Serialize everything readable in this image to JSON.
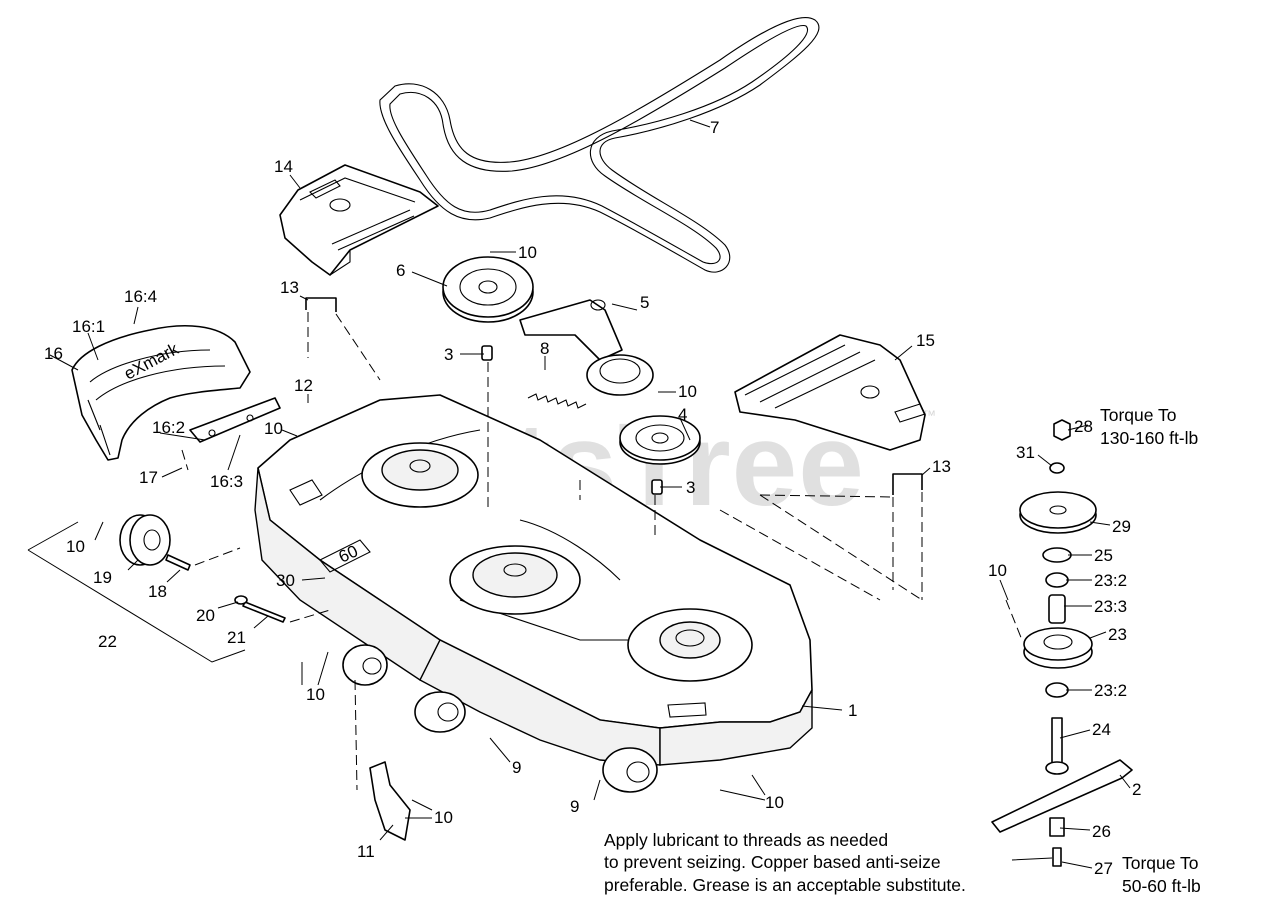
{
  "watermark": {
    "text": "PartsTree",
    "trademark": "™"
  },
  "note": {
    "line1": "Apply lubricant to threads as needed",
    "line2": "to prevent seizing. Copper based anti-seize",
    "line3": "preferable. Grease is an acceptable substitute."
  },
  "torque": {
    "nut_title": "Torque To",
    "nut_value": "130-160 ft-lb",
    "bolt_title": "Torque To",
    "bolt_value": "50-60 ft-lb"
  },
  "deck_badge": "60",
  "callouts": {
    "c1": "1",
    "c2": "2",
    "c3a": "3",
    "c3b": "3",
    "c4": "4",
    "c5": "5",
    "c6": "6",
    "c7": "7",
    "c8": "8",
    "c9a": "9",
    "c9b": "9",
    "c10a": "10",
    "c10b": "10",
    "c10c": "10",
    "c10d": "10",
    "c10e": "10",
    "c10f": "10",
    "c10g": "10",
    "c10h": "10",
    "c11": "11",
    "c12": "12",
    "c13a": "13",
    "c13b": "13",
    "c14": "14",
    "c15": "15",
    "c16": "16",
    "c16_1": "16:1",
    "c16_2": "16:2",
    "c16_3": "16:3",
    "c16_4": "16:4",
    "c17": "17",
    "c18": "18",
    "c19": "19",
    "c20": "20",
    "c21": "21",
    "c22": "22",
    "c23": "23",
    "c23_2a": "23:2",
    "c23_2b": "23:2",
    "c23_3": "23:3",
    "c24": "24",
    "c25": "25",
    "c26": "26",
    "c27": "27",
    "c28": "28",
    "c29": "29",
    "c30": "30",
    "c31": "31"
  }
}
